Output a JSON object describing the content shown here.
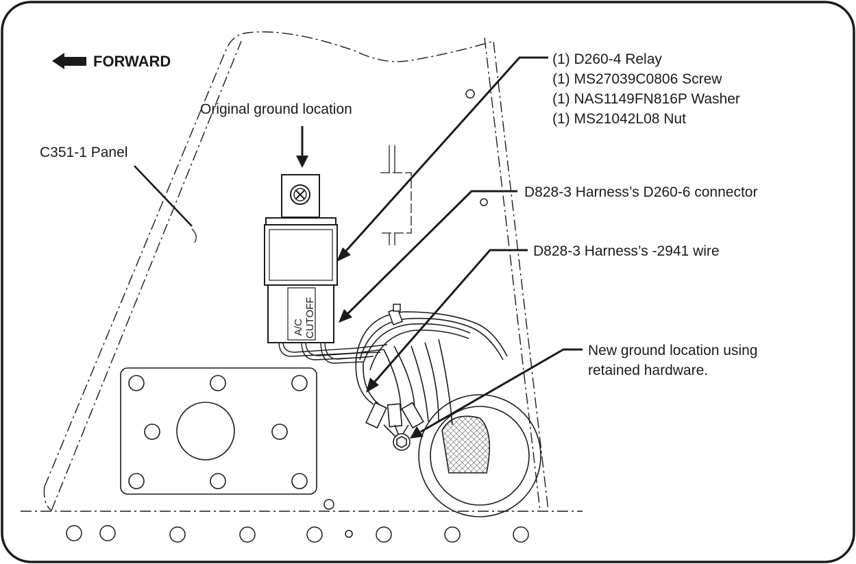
{
  "forward_label": "FORWARD",
  "panel_label": "C351-1 Panel",
  "original_ground_label": "Original ground location",
  "relay_hardware": [
    "(1) D260-4 Relay",
    "(1) MS27039C0806 Screw",
    "(1) NAS1149FN816P Washer",
    "(1) MS21042L08 Nut"
  ],
  "connector_label": "D828-3 Harness’s D260-6 connector",
  "wire_label": "D828-3 Harness’s -2941 wire",
  "new_ground_label": [
    "New ground location using",
    "retained hardware."
  ],
  "relay_marking": [
    "A/C",
    "CUTOFF"
  ],
  "colors": {
    "line": "#1a1a1a",
    "background": "#ffffff"
  }
}
